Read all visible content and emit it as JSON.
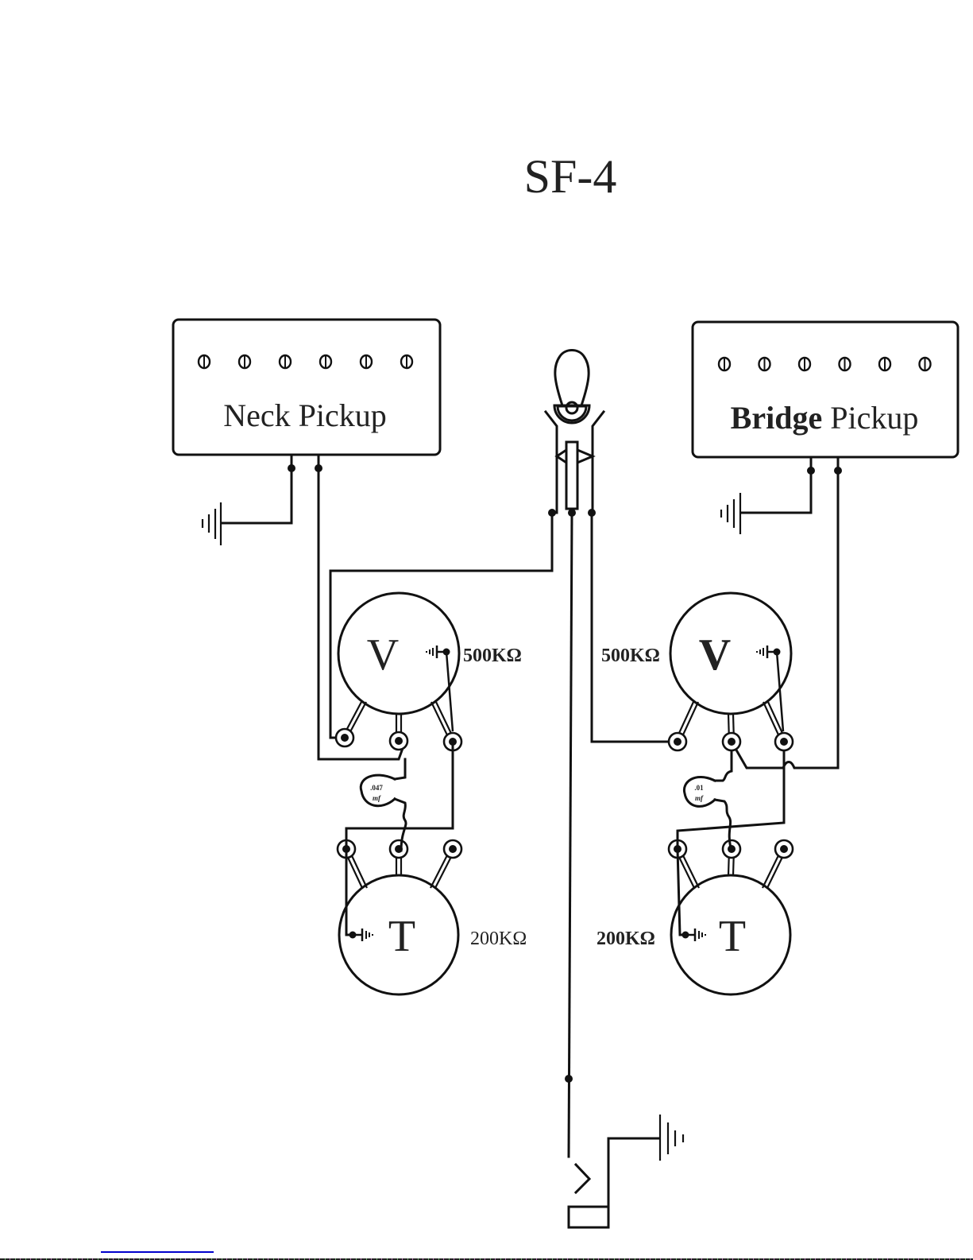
{
  "title": "SF-4",
  "pickups": {
    "neck": {
      "label": "Neck Pickup",
      "pole_pieces": 6
    },
    "bridge": {
      "label_bold": "Bridge",
      "label_rest": " Pickup",
      "pole_pieces": 6
    }
  },
  "pots": {
    "neck_volume": {
      "letter": "V",
      "value": "500KΩ"
    },
    "neck_tone": {
      "letter": "T",
      "value": "200KΩ"
    },
    "bridge_volume": {
      "letter": "V",
      "value": "500KΩ"
    },
    "bridge_tone": {
      "letter": "T",
      "value": "200KΩ"
    }
  },
  "capacitors": {
    "neck": {
      "value": ".047",
      "unit": "mf"
    },
    "bridge": {
      "value": ".01",
      "unit": "mf"
    }
  },
  "components": [
    "toggle-switch",
    "output-jack",
    "ground"
  ],
  "colors": {
    "ink": "#111111",
    "link": "#0000cc"
  }
}
